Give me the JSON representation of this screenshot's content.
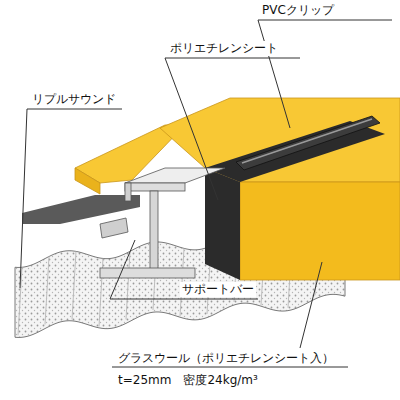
{
  "diagram": {
    "labels": [
      "PVCクリップ",
      "ポリエチレンシート",
      "リプルサウンド",
      "サポートバー",
      "グラスウール（ポリエチレンシート入）",
      "t=25mm　密度24kg/m³"
    ]
  }
}
